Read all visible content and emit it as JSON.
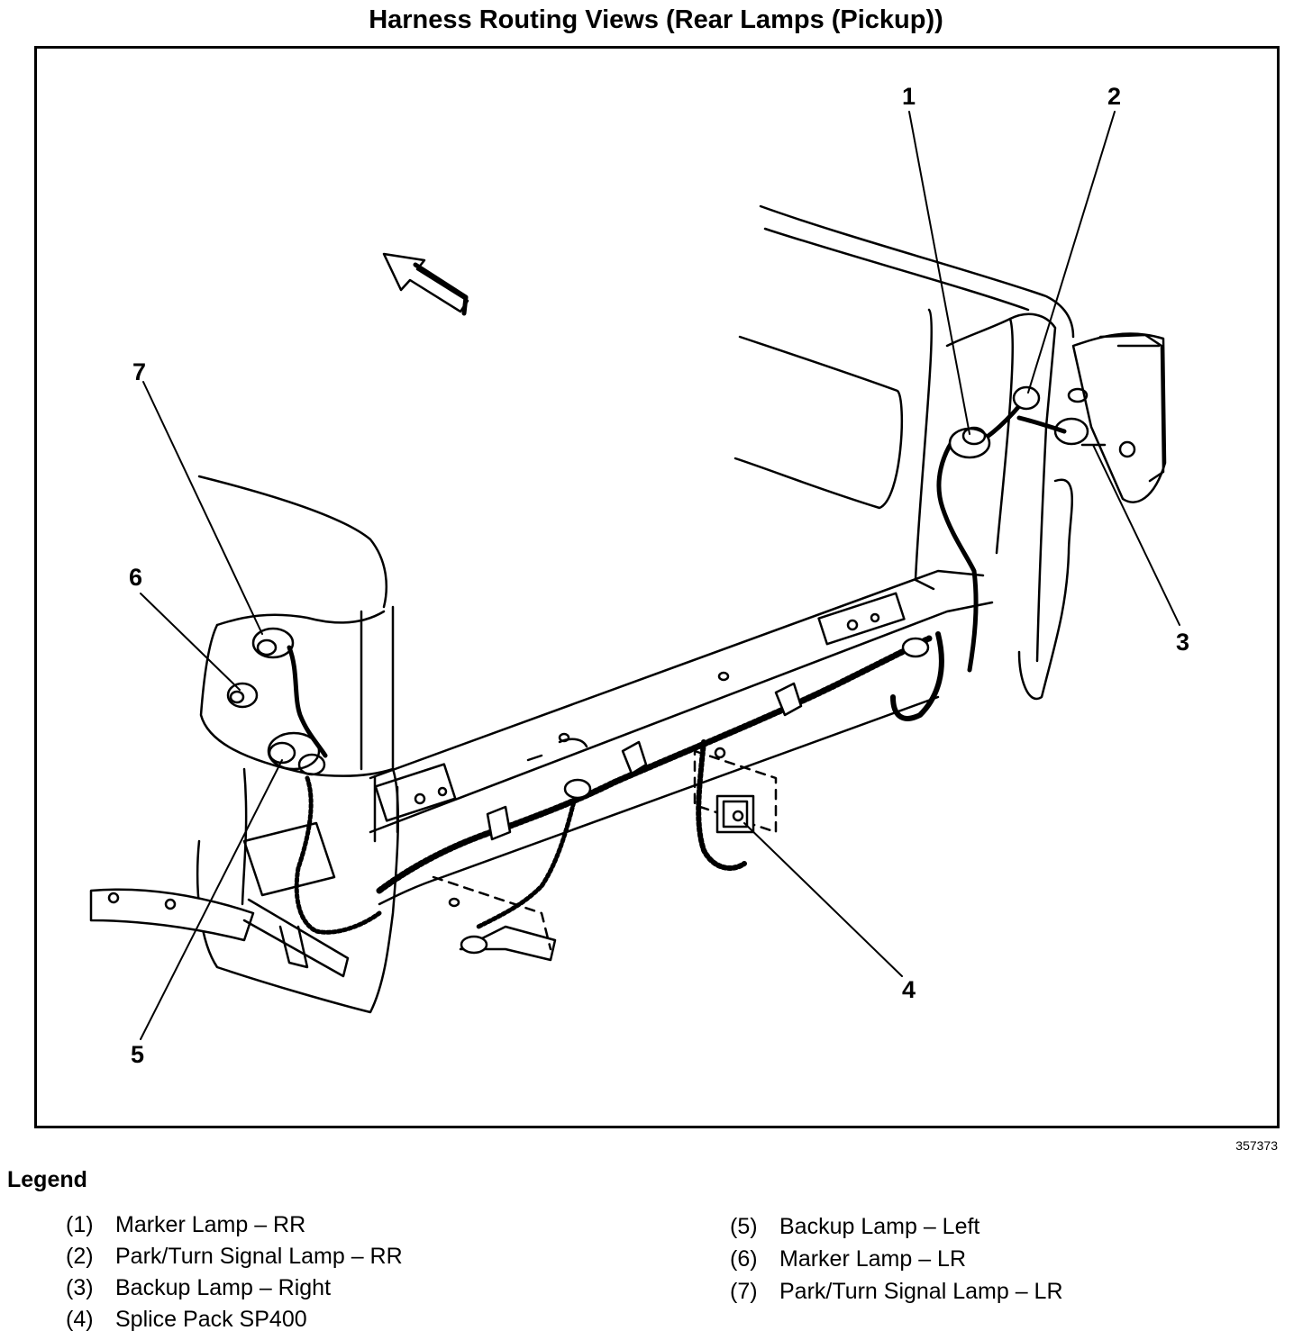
{
  "title": "Harness Routing Views (Rear Lamps (Pickup))",
  "figure_id": "357373",
  "callouts": [
    "1",
    "2",
    "3",
    "4",
    "5",
    "6",
    "7"
  ],
  "legend": {
    "heading": "Legend",
    "items": [
      {
        "num": "(1)",
        "text": "Marker Lamp – RR"
      },
      {
        "num": "(2)",
        "text": "Park/Turn Signal Lamp – RR"
      },
      {
        "num": "(3)",
        "text": "Backup Lamp – Right"
      },
      {
        "num": "(4)",
        "text": "Splice Pack SP400"
      },
      {
        "num": "(5)",
        "text": "Backup Lamp – Left"
      },
      {
        "num": "(6)",
        "text": "Marker Lamp – LR"
      },
      {
        "num": "(7)",
        "text": "Park/Turn Signal Lamp – LR"
      }
    ]
  }
}
